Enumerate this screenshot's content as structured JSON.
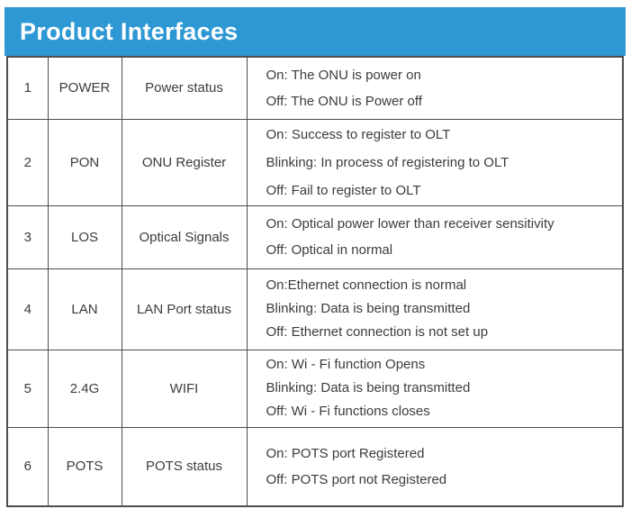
{
  "header": {
    "title": "Product Interfaces"
  },
  "colors": {
    "header_bg": "#2d98d3",
    "header_text": "#ffffff",
    "table_border": "#4d4d4d",
    "body_text": "#3c3c3c"
  },
  "table": {
    "rows": [
      {
        "num": "1",
        "name": "POWER",
        "desc": "Power status",
        "states": [
          "On: The ONU is power on",
          "Off: The ONU is Power off"
        ]
      },
      {
        "num": "2",
        "name": "PON",
        "desc": "ONU Register",
        "states": [
          "On: Success to register to OLT",
          "Blinking: In process of registering to OLT",
          "Off: Fail to register to OLT"
        ]
      },
      {
        "num": "3",
        "name": "LOS",
        "desc": "Optical Signals",
        "states": [
          "On: Optical power lower than receiver sensitivity",
          "Off: Optical in normal"
        ]
      },
      {
        "num": "4",
        "name": "LAN",
        "desc": "LAN Port status",
        "states": [
          "On:Ethernet connection is normal",
          "Blinking: Data is being transmitted",
          "Off: Ethernet connection is not set up"
        ]
      },
      {
        "num": "5",
        "name": "2.4G",
        "desc": "WIFI",
        "states": [
          "On:  Wi - Fi function Opens",
          "Blinking:  Data is being transmitted",
          "Off:  Wi - Fi functions closes"
        ]
      },
      {
        "num": "6",
        "name": "POTS",
        "desc": "POTS status",
        "states": [
          "On: POTS port Registered",
          "Off: POTS port not Registered"
        ]
      }
    ]
  }
}
